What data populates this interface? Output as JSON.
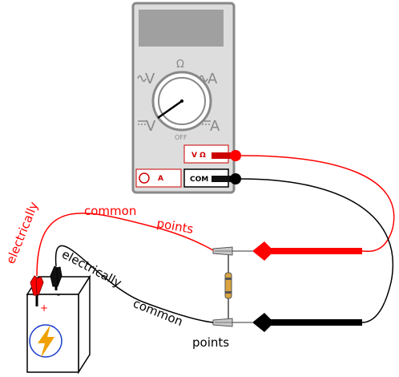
{
  "multimeter": {
    "dial": {
      "ohm": "Ω",
      "ac_volts": "V",
      "ac_amps": "A",
      "dc_volts": "V",
      "dc_amps": "A",
      "off": "OFF"
    },
    "jacks": {
      "volt_ohm": "V Ω",
      "amps": "A",
      "common": "COM"
    }
  },
  "annotations": {
    "red_path": [
      "electrically",
      "common",
      "points"
    ],
    "black_path": [
      "electrically",
      "common",
      "points"
    ]
  },
  "battery": {
    "positive": "+",
    "negative": "-"
  },
  "colors": {
    "red_wire": "#ff0000",
    "black_wire": "#000000",
    "meter_body": "#dddddd",
    "meter_border": "#888888",
    "display": "#a0a0a0",
    "jack_outline": "#cc0000",
    "battery_icon_circle": "#1a3ccc",
    "battery_bolt": "#f0a000",
    "resistor": "#d9a441"
  },
  "icons": [
    "battery-icon",
    "lightning-bolt-icon",
    "resistor-icon",
    "alligator-clip-icon",
    "test-probe-icon"
  ]
}
